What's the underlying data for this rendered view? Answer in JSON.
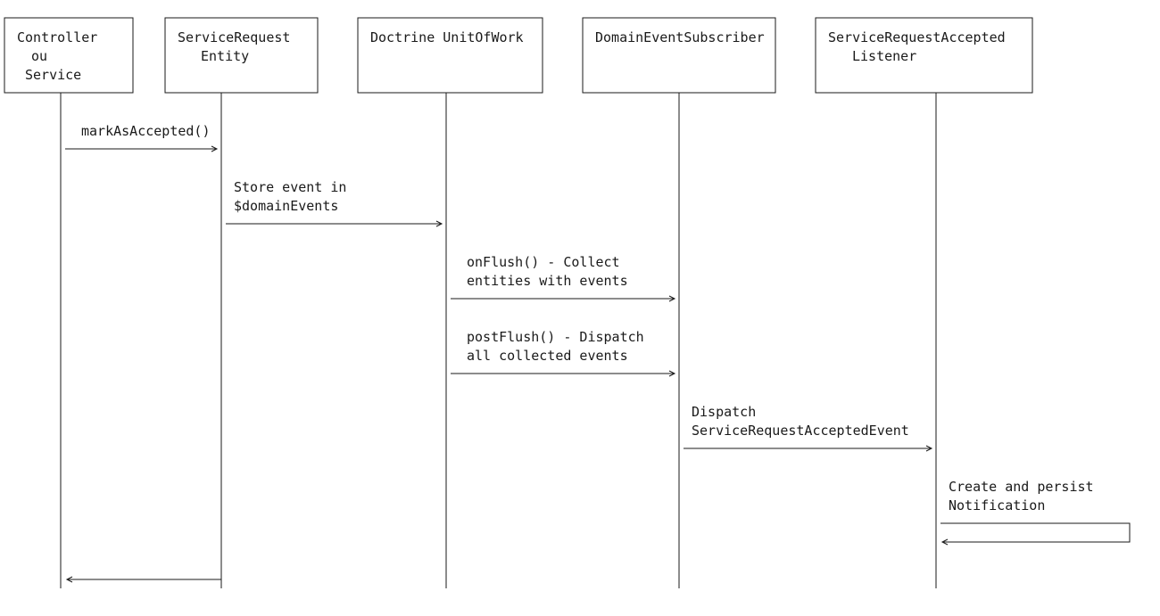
{
  "participants": [
    {
      "id": "controller",
      "name": "participant-controller",
      "lines": [
        "Controller",
        "  ou",
        "Service"
      ]
    },
    {
      "id": "entity",
      "name": "participant-service-request-entity",
      "lines": [
        "ServiceRequest",
        "Entity"
      ]
    },
    {
      "id": "uow",
      "name": "participant-doctrine-unitofwork",
      "lines": [
        "Doctrine UnitOfWork"
      ]
    },
    {
      "id": "subscriber",
      "name": "participant-domain-event-subscriber",
      "lines": [
        "DomainEventSubscriber"
      ]
    },
    {
      "id": "listener",
      "name": "participant-service-request-accepted-listener",
      "lines": [
        "ServiceRequestAccepted",
        "Listener"
      ]
    }
  ],
  "messages": [
    {
      "name": "message-mark-as-accepted",
      "from": "controller",
      "to": "entity",
      "label": [
        "markAsAccepted()"
      ]
    },
    {
      "name": "message-store-event",
      "from": "entity",
      "to": "uow",
      "label": [
        "Store event in",
        "$domainEvents"
      ]
    },
    {
      "name": "message-on-flush",
      "from": "uow",
      "to": "subscriber",
      "label": [
        "onFlush() - Collect",
        "entities with events"
      ]
    },
    {
      "name": "message-post-flush",
      "from": "uow",
      "to": "subscriber",
      "label": [
        "postFlush() - Dispatch",
        "all collected events"
      ]
    },
    {
      "name": "message-dispatch",
      "from": "subscriber",
      "to": "listener",
      "label": [
        "Dispatch",
        "ServiceRequestAcceptedEvent"
      ]
    },
    {
      "name": "message-create-notification",
      "from": "listener",
      "to": "listener",
      "self": true,
      "label": [
        "Create and persist",
        "Notification"
      ]
    },
    {
      "name": "message-return",
      "from": "entity",
      "to": "controller",
      "return": true,
      "label": []
    }
  ]
}
